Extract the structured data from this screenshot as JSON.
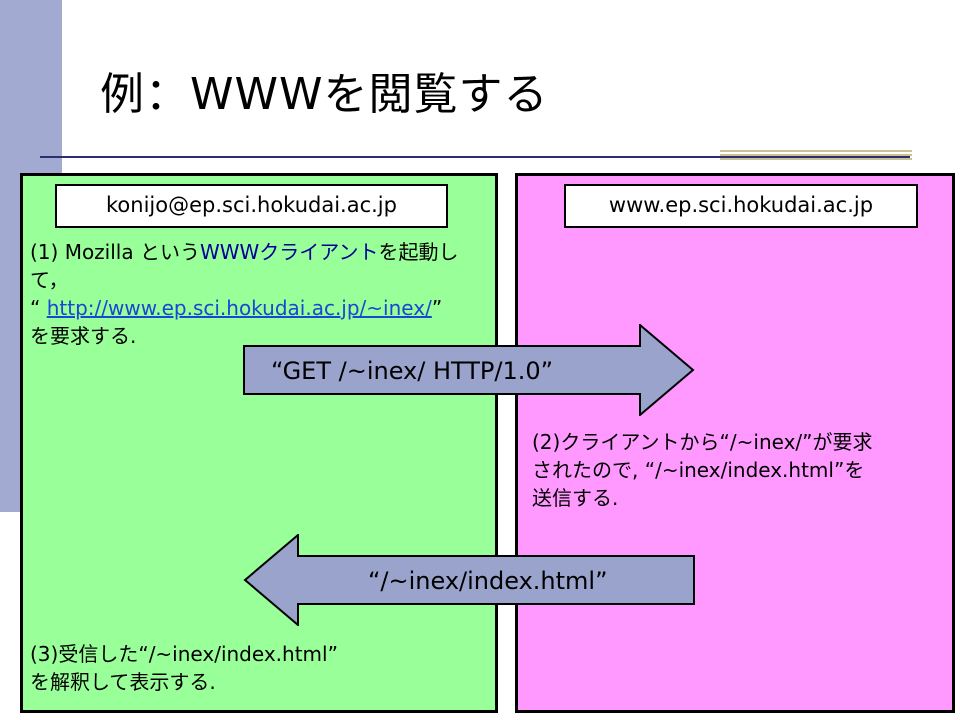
{
  "slide": {
    "title": "例：WWWを閲覧する"
  },
  "client": {
    "host": "konijo@ep.sci.hokudai.ac.jp",
    "step1": {
      "prefix": "(1) Mozilla ",
      "mid_a": "という",
      "app": "WWWクライアント",
      "mid_b": "を起動して，",
      "quote_open": "“ ",
      "url": "http://www.ep.sci.hokudai.ac.jp/~inex/",
      "quote_close": "”",
      "suffix": "を要求する."
    },
    "step3": {
      "line1": "(3)受信した“/~inex/index.html”",
      "line2": "を解釈して表示する."
    }
  },
  "server": {
    "host": "www.ep.sci.hokudai.ac.jp",
    "step2": {
      "line1": "(2)クライアントから“/~inex/”が要求",
      "line2": "されたので, “/~inex/index.html”を",
      "line3": "送信する."
    }
  },
  "arrows": {
    "request_label": "“GET  /~inex/ HTTP/1.0”",
    "response_label": "“/~inex/index.html”",
    "fill_color": "#99a3cc"
  },
  "colors": {
    "client_panel": "#99ff99",
    "server_panel": "#ff99ff",
    "side_bar": "#a3aad2",
    "link": "#1a46d4"
  }
}
